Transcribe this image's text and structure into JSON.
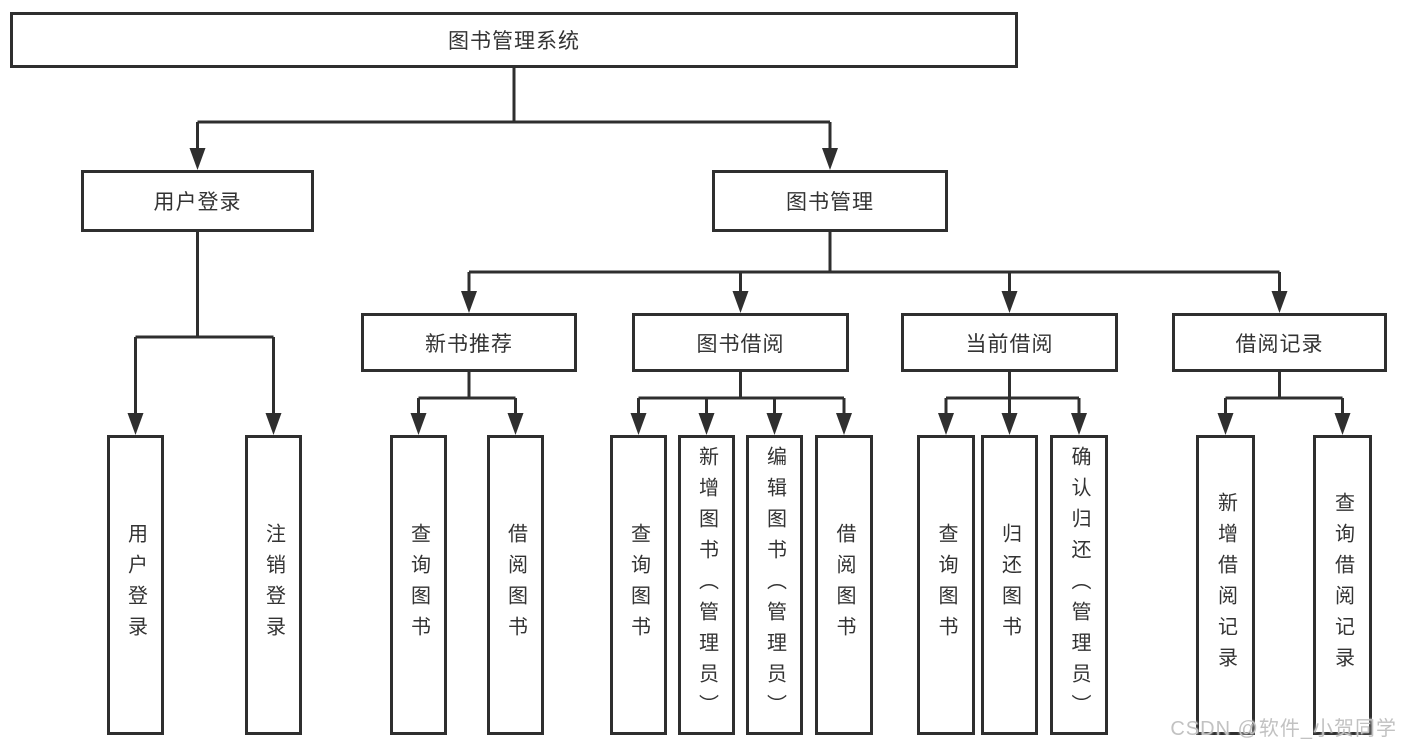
{
  "diagram": {
    "root": {
      "label": "图书管理系统"
    },
    "branches": [
      {
        "label": "用户登录",
        "leaves": [
          {
            "label": "用户登录"
          },
          {
            "label": "注销登录"
          }
        ]
      },
      {
        "label": "图书管理",
        "groups": [
          {
            "label": "新书推荐",
            "leaves": [
              {
                "label": "查询图书"
              },
              {
                "label": "借阅图书"
              }
            ]
          },
          {
            "label": "图书借阅",
            "leaves": [
              {
                "label": "查询图书"
              },
              {
                "label": "新增图书（管理员）"
              },
              {
                "label": "编辑图书（管理员）"
              },
              {
                "label": "借阅图书"
              }
            ]
          },
          {
            "label": "当前借阅",
            "leaves": [
              {
                "label": "查询图书"
              },
              {
                "label": "归还图书"
              },
              {
                "label": "确认归还（管理员）"
              }
            ]
          },
          {
            "label": "借阅记录",
            "leaves": [
              {
                "label": "新增借阅记录"
              },
              {
                "label": "查询借阅记录"
              }
            ]
          }
        ]
      }
    ],
    "watermark": "CSDN @软件_小贺同学",
    "colors": {
      "line": "#2f2f2f",
      "text": "#333333",
      "watermark": "#c2c2c2"
    }
  }
}
